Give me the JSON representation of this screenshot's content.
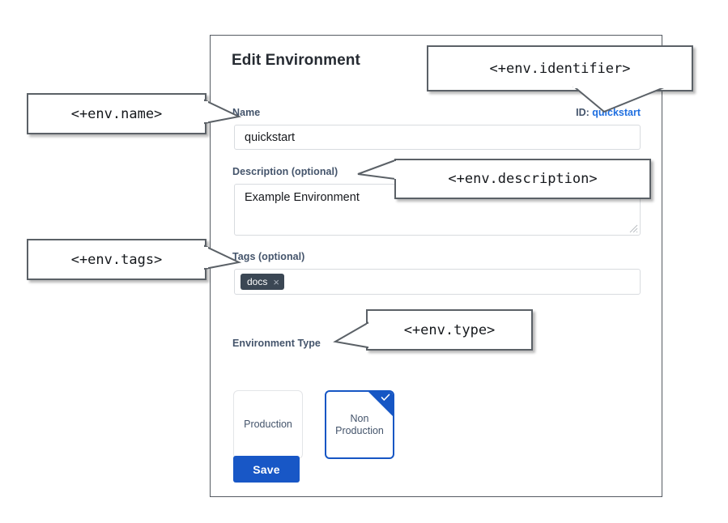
{
  "panel": {
    "title": "Edit Environment",
    "id_prefix": "ID:",
    "id_value": "quickstart",
    "fields": {
      "name": {
        "label": "Name",
        "value": "quickstart",
        "placeholder": ""
      },
      "description": {
        "label": "Description (optional)",
        "value": "Example Environment",
        "placeholder": ""
      },
      "tags": {
        "label": "Tags (optional)",
        "pills": [
          {
            "text": "docs",
            "remove_icon": "×"
          }
        ]
      },
      "environment_type": {
        "label": "Environment Type",
        "options": [
          {
            "label": "Production",
            "selected": false
          },
          {
            "label": "Non Production",
            "line1": "Non",
            "line2": "Production",
            "selected": true
          }
        ]
      }
    },
    "save_label": "Save"
  },
  "annotations": {
    "name": "<+env.name>",
    "identifier": "<+env.identifier>",
    "description": "<+env.description>",
    "tags": "<+env.tags>",
    "type": "<+env.type>"
  },
  "colors": {
    "accent_blue": "#1857c6",
    "link_blue": "#1f6fe0",
    "label_slate": "#44546b",
    "tag_pill": "#3b4754",
    "callout_border": "#5b6167",
    "panel_border": "#555b62"
  }
}
